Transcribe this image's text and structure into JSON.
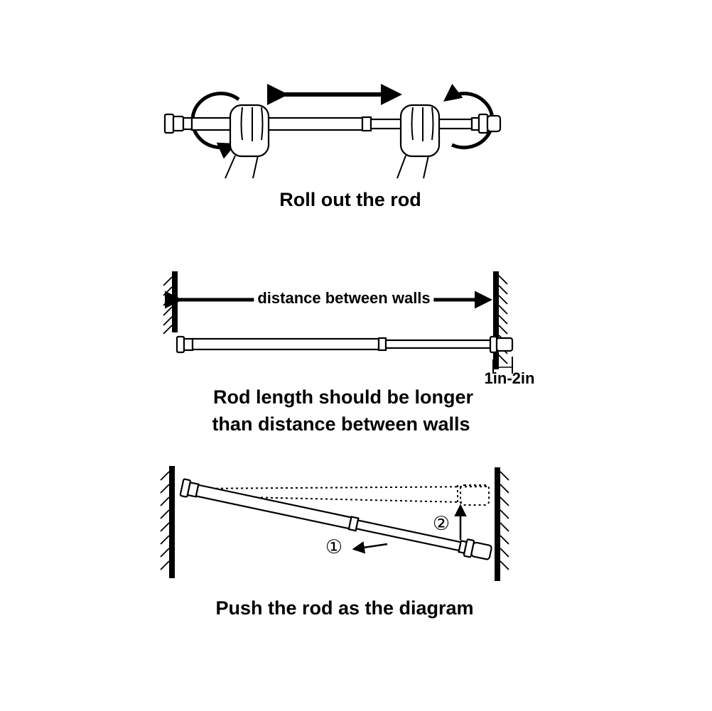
{
  "page": {
    "background": "#ffffff",
    "ink": "#000000"
  },
  "steps": {
    "step1": {
      "caption": "Roll out the rod"
    },
    "step2": {
      "distance_label": "distance between walls",
      "overlap_label": "1in-2in",
      "caption_line1": "Rod length should be longer",
      "caption_line2": "than distance between walls"
    },
    "step3": {
      "marker_1": "①",
      "marker_2": "②",
      "caption": "Push the rod as the diagram"
    }
  }
}
